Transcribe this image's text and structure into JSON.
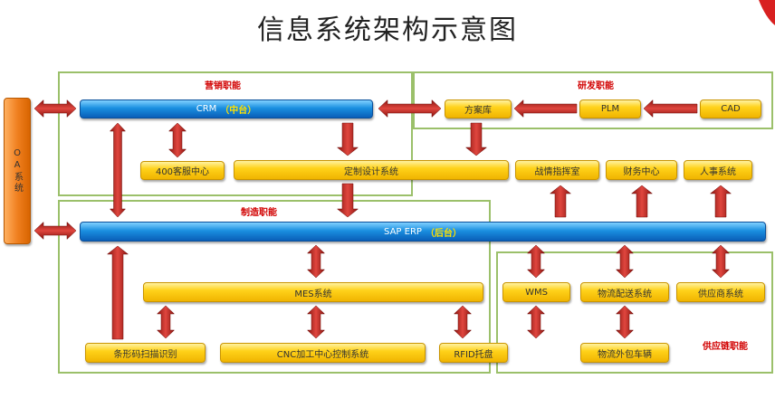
{
  "title": "信息系统架构示意图",
  "oa_label": "OA系统",
  "regions": {
    "marketing": "营销职能",
    "rnd": "研发职能",
    "manufacturing": "制造职能",
    "supply_chain": "供应链职能"
  },
  "crm": {
    "label": "CRM",
    "tag": "（中台）"
  },
  "sap": {
    "label": "SAP ERP",
    "tag": "（后台）"
  },
  "boxes": {
    "scheme_library": "方案库",
    "plm": "PLM",
    "cad": "CAD",
    "call_center": "400客服中心",
    "custom_design": "定制设计系统",
    "strategy_room": "战情指挥室",
    "finance": "财务中心",
    "hr": "人事系统",
    "mes": "MES系统",
    "wms": "WMS",
    "logistics_delivery": "物流配送系统",
    "supplier": "供应商系统",
    "barcode": "条形码扫描识别",
    "cnc": "CNC加工中心控制系统",
    "rfid": "RFID托盘",
    "logistics_outsource": "物流外包车辆"
  },
  "colors": {
    "arrow": "#c8302a",
    "region_border": "#9bc06a",
    "region_label": "#d10000",
    "yellow_box": "#ffd21a",
    "blue_box": "#1a8fe0",
    "oa_box": "#f08020"
  }
}
